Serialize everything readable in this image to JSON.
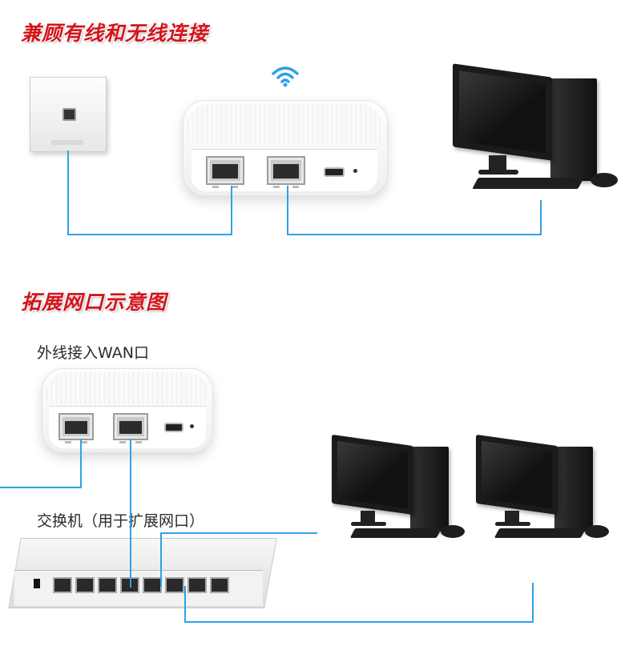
{
  "sections": {
    "connection_title": "兼顾有线和无线连接",
    "diagram_title": "拓展网口示意图"
  },
  "captions": {
    "wan_caption": "外线接入WAN口",
    "switch_caption": "交换机（用于扩展网口）"
  },
  "colors": {
    "title_red": "#d4141b",
    "cable_blue": "#2fa2e8",
    "wifi_blue": "#2fa2e8"
  },
  "icons": [
    "wifi-icon",
    "wall-socket-icon",
    "router-icon",
    "computer-icon",
    "switch-icon"
  ]
}
